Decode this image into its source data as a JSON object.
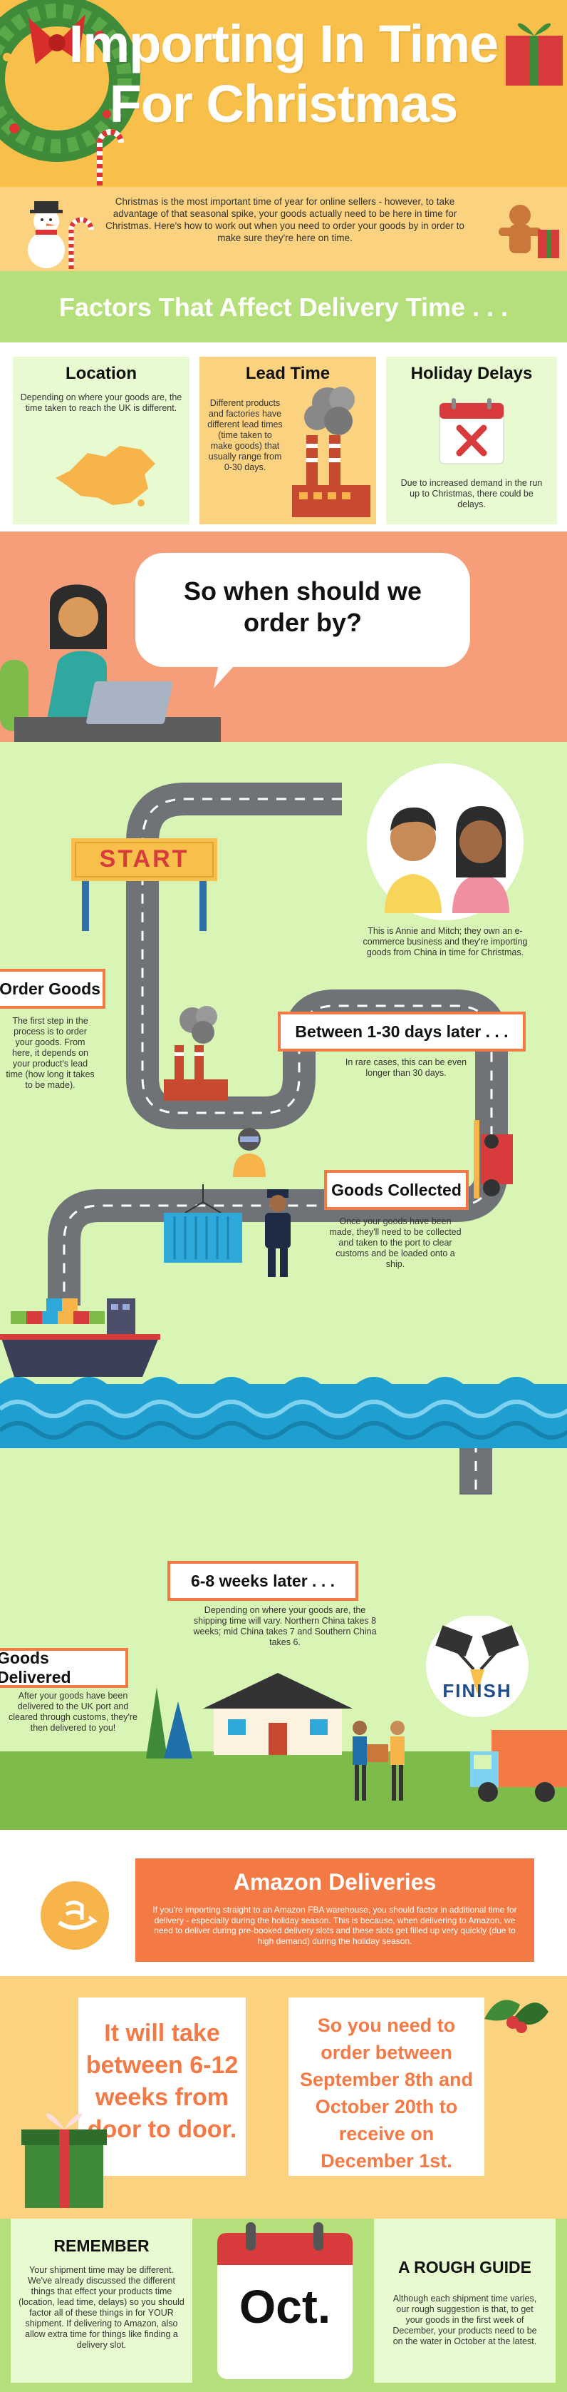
{
  "header": {
    "title_line1": "Importing In Time",
    "title_line2": "For Christmas"
  },
  "intro": {
    "text": "Christmas is the most important time of year for online sellers - however, to take advantage of that seasonal spike, your goods actually need to be here in time for Christmas. Here's how to work out when you need to order your goods by in order to make sure they're here on time."
  },
  "factors": {
    "heading": "Factors That Affect Delivery Time . . .",
    "location": {
      "title": "Location",
      "text": "Depending on where your goods are, the time taken to reach the UK is different."
    },
    "lead_time": {
      "title": "Lead Time",
      "text": "Different products and factories have different lead times (time taken to make goods) that usually range from 0-30 days."
    },
    "holiday_delays": {
      "title": "Holiday Delays",
      "text": "Due to increased demand in the run up to Christmas, there could be delays."
    }
  },
  "question": {
    "text": "So when should we order by?"
  },
  "journey": {
    "start_label": "START",
    "couple_text": "This is Annie and Mitch; they own an e-commerce business and they're importing goods from China in time for Christmas.",
    "order_goods": {
      "title": "Order Goods",
      "text": "The first step in the process is to order your goods. From here, it depends on your product's lead time (how long it takes to be made)."
    },
    "days_later": {
      "title": "Between 1-30 days later . . .",
      "text": "In rare cases, this can be even longer than 30 days."
    },
    "goods_collected": {
      "title": "Goods Collected",
      "text": "Once your goods have been made, they'll need to be collected and taken to the port to clear customs and be loaded onto a ship."
    },
    "weeks_later": {
      "title": "6-8 weeks later . . .",
      "text": "Depending on where your goods are, the shipping time will vary. Northern China takes 8 weeks; mid China takes 7 and Southern China takes 6."
    },
    "goods_delivered": {
      "title": "Goods Delivered",
      "text": "After your goods have been delivered to the UK port and cleared through customs, they're then delivered to you!"
    },
    "finish_label": "FINISH"
  },
  "amazon": {
    "title": "Amazon Deliveries",
    "text": "If you're importing straight to an Amazon FBA warehouse, you should factor in additional time for delivery - especially during the holiday season. This is because, when delivering to Amazon, we need to deliver during pre-booked delivery slots and these slots get filled up very quickly (due to high demand) during the holiday season."
  },
  "timing": {
    "left": "It will take between 6-12 weeks from door to door.",
    "right": "So you need to order between September 8th and October 20th to receive on December 1st."
  },
  "bottom": {
    "remember_title": "REMEMBER",
    "remember_text": "Your shipment time may be different. We've already discussed the different things that effect your products time (location, lead time, delays) so you should factor all of these things in for YOUR shipment. If delivering to Amazon, also allow extra time for things like finding a delivery slot.",
    "calendar_month": "Oct.",
    "guide_title": "A ROUGH GUIDE",
    "guide_text": "Although each shipment time varies, our rough suggestion is that, to get your goods in the first week of December, your products need to be on the water in October at the latest."
  },
  "colors": {
    "accent": "#f47a45",
    "header_bg": "#f8c04a",
    "intro_bg": "#fbd27f",
    "green_band": "#b5df7a",
    "question_bg": "#f69d79",
    "journey_bg": "#d9f5b5",
    "road": "#6f7377",
    "water": "#1e9fd0"
  }
}
